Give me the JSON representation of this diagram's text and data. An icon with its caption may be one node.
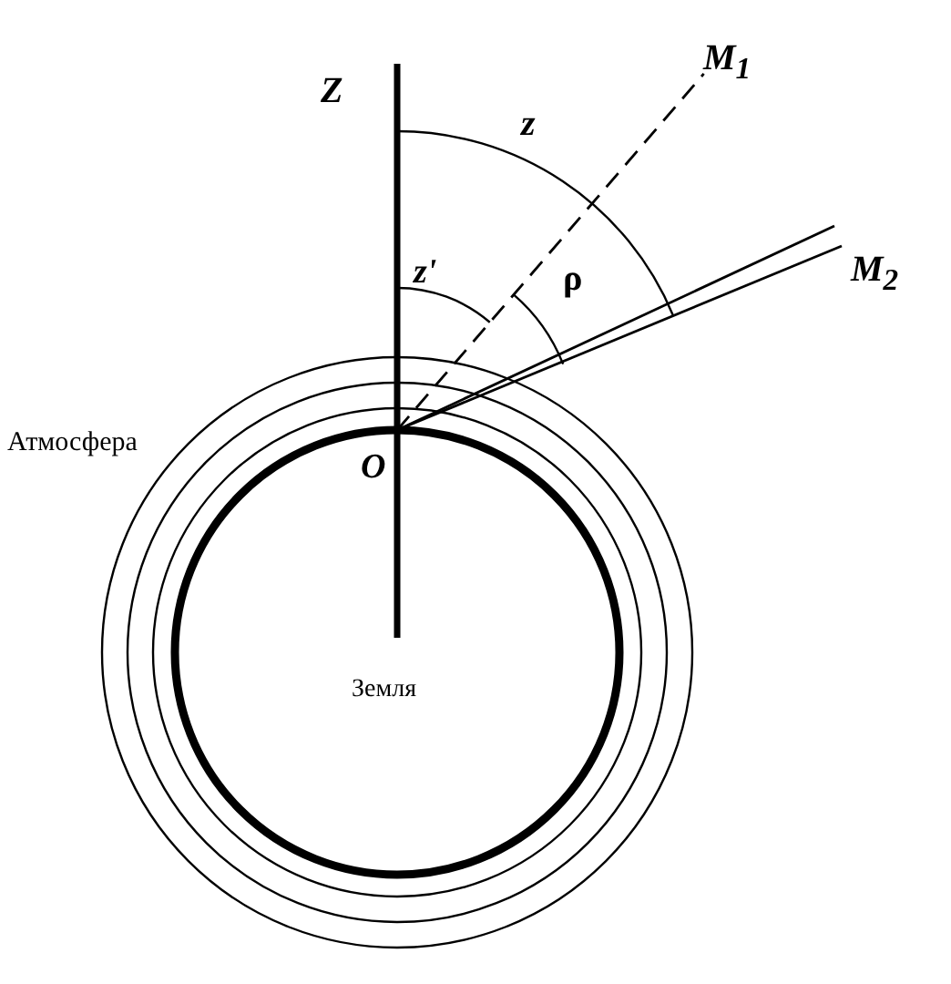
{
  "diagram": {
    "labels": [
      "M$_{1}$",
      "Z",
      "z",
      "z'",
      "ρ",
      "M$_{2}$",
      "Атмосфера",
      "O",
      "Земля"
    ]
  }
}
